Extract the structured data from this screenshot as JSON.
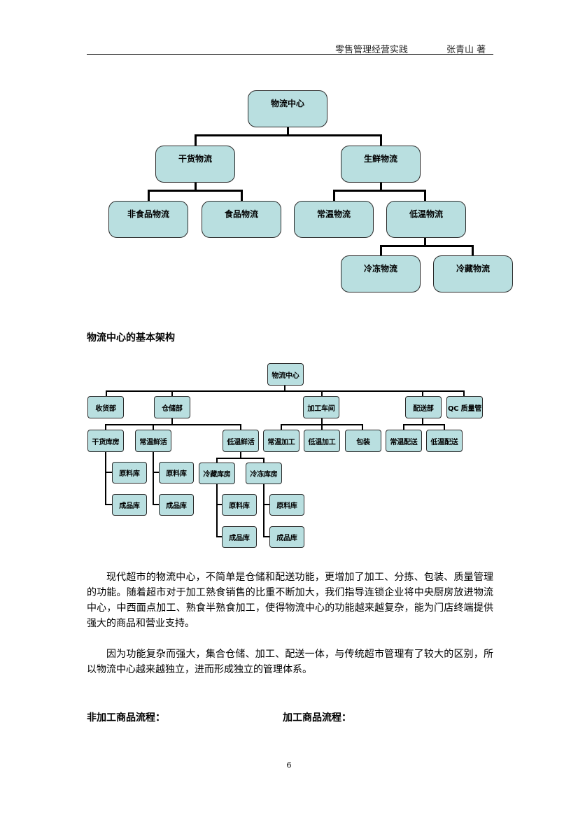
{
  "header": {
    "book_title": "零售管理经营实践",
    "author": "张青山  著"
  },
  "chart1": {
    "root": "物流中心",
    "dry": "干货物流",
    "fresh": "生鲜物流",
    "nonfood": "非食品物流",
    "food": "食品物流",
    "ambient": "常温物流",
    "lowtemp": "低温物流",
    "frozen": "冷冻物流",
    "chilled": "冷藏物流"
  },
  "caption": "物流中心的基本架构",
  "chart2": {
    "root": "物流中心",
    "receiving": "收货部",
    "warehouse": "仓储部",
    "processing": "加工车间",
    "delivery": "配送部",
    "qc": "QC 质量管",
    "dry_store": "干货库房",
    "ambient_fresh": "常温鲜活",
    "lowtemp_fresh": "低温鲜活",
    "ambient_proc": "常温加工",
    "lowtemp_proc": "低温加工",
    "packing": "包装",
    "ambient_deliv": "常温配送",
    "lowtemp_deliv": "低温配送",
    "raw1": "原料库",
    "fin1": "成品库",
    "raw2": "原料库",
    "fin2": "成品库",
    "chill_room": "冷藏库房",
    "freeze_room": "冷冻库房",
    "raw3": "原料库",
    "fin3": "成品库",
    "raw4": "原料库",
    "fin4": "成品库"
  },
  "paragraphs": {
    "p1": "现代超市的物流中心，不简单是仓储和配送功能，更增加了加工、分拣、包装、质量管理的功能。随着超市对于加工熟食销售的比重不断加大，我们指导连锁企业将中央厨房放进物流中心，中西面点加工、熟食半熟食加工，使得物流中心的功能越来越复杂，能为门店终端提供强大的商品和营业支持。",
    "p2": "因为功能复杂而强大，集合仓储、加工、配送一体，与传统超市管理有了较大的区别，所以物流中心越来越独立，进而形成独立的管理体系。"
  },
  "flows": {
    "non_processed": "非加工商品流程：",
    "processed": "加工商品流程："
  },
  "page_number": "6"
}
